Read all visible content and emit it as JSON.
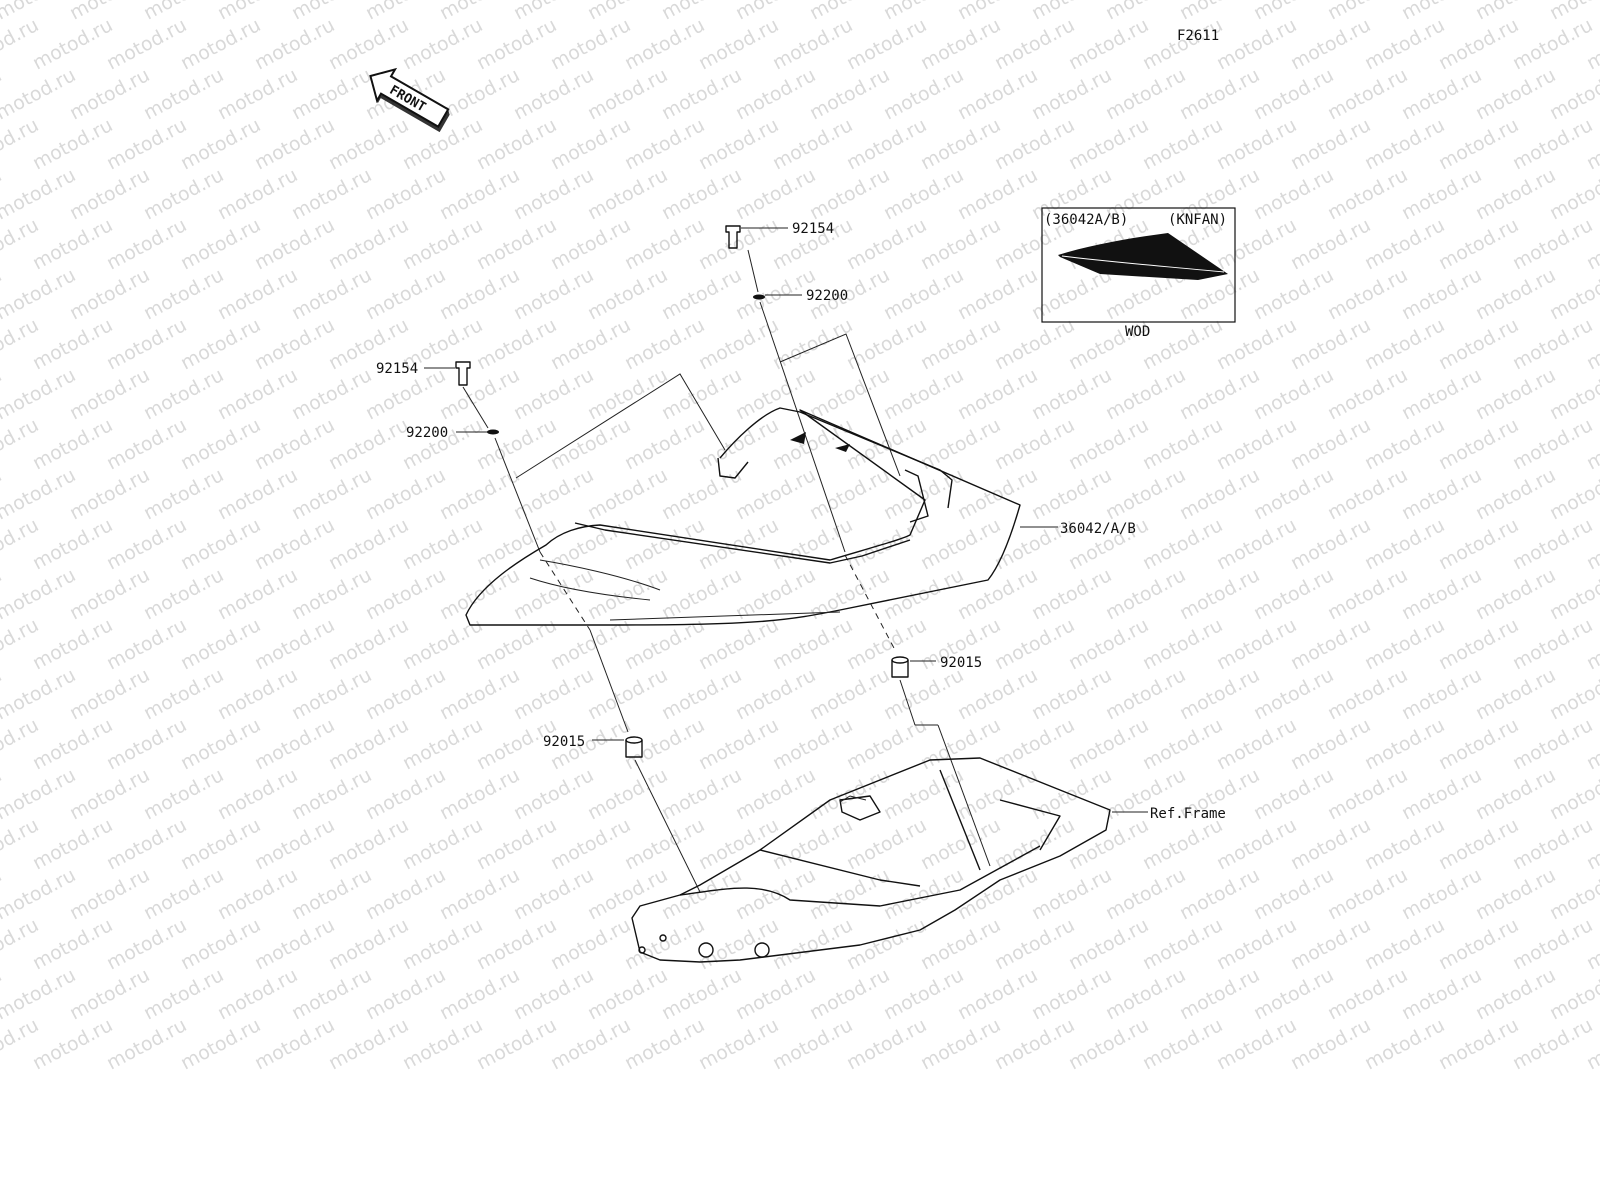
{
  "figure_code": "F2611",
  "watermark": "motod.ru",
  "front_arrow": {
    "text": "FRONT"
  },
  "callouts": {
    "bolt_top": "92154",
    "washer_top": "92200",
    "bolt_left": "92154",
    "washer_left": "92200",
    "cover": "36042/A/B",
    "collar_right": "92015",
    "collar_left": "92015",
    "frame": "Ref.Frame"
  },
  "inset": {
    "part_ref": "(36042A/B)",
    "model_code": "(KNFAN)",
    "color_code": "WOD"
  },
  "colors": {
    "ink": "#111111",
    "watermark": "#d9d9d9",
    "background": "#ffffff"
  }
}
